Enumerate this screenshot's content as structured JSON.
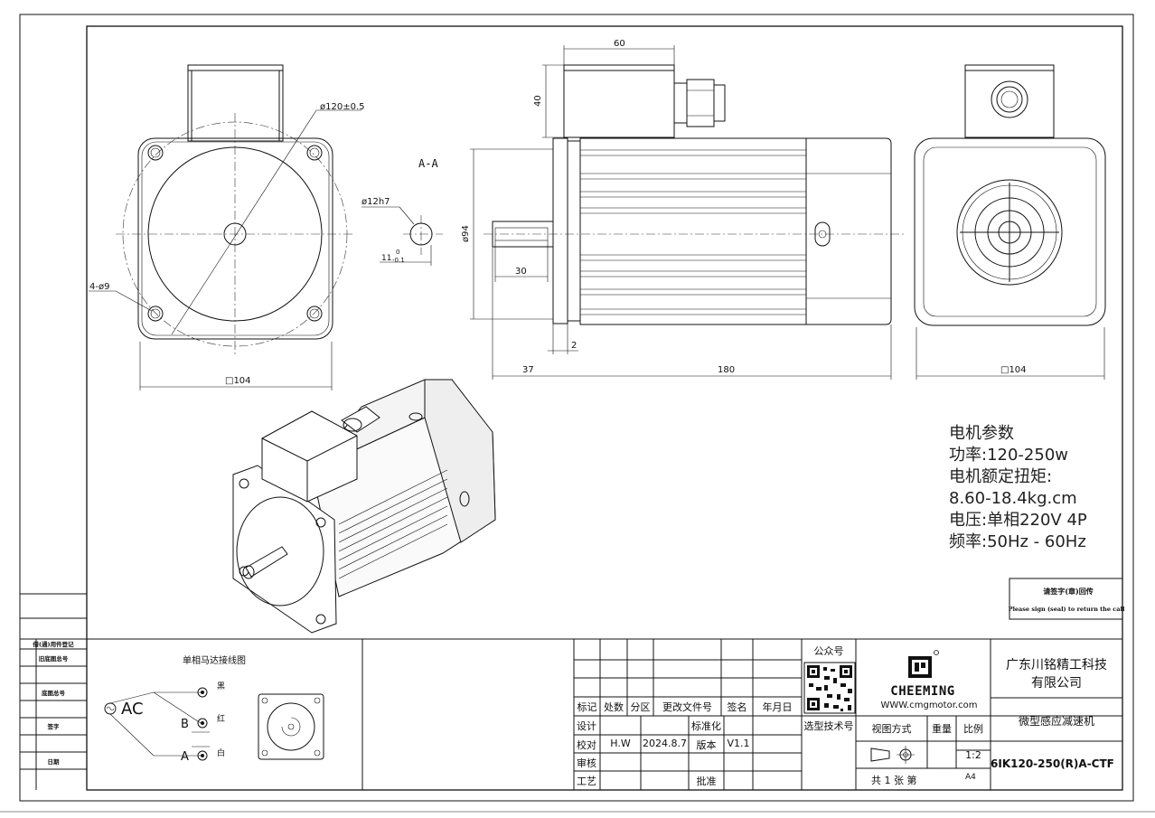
{
  "views": {
    "section_label": "A-A",
    "front_dims": {
      "bolt_circle": "ø120±0.5",
      "holes": "4-ø9",
      "width": "□104"
    },
    "shaft_section": {
      "diameter": "ø12h7",
      "key": "11",
      "key_tol_upper": "0",
      "key_tol_lower": "-0.1"
    },
    "side_dims": {
      "box_width": "60",
      "box_height": "40",
      "flange_dia": "ø94",
      "key_len": "30",
      "shoulder": "2",
      "shaft_len": "37",
      "body_len": "180"
    },
    "rear_dims": {
      "width": "□104"
    }
  },
  "params": {
    "title": "电机参数",
    "power": "功率:120-250w",
    "torque_label": "电机额定扭矩:",
    "torque_value": "8.60-18.4kg.cm",
    "voltage": "电压:单相220V 4P",
    "frequency": "频率:50Hz - 60Hz"
  },
  "wiring": {
    "title": "单相马达接线图",
    "source": "AC",
    "wires": [
      {
        "label": "",
        "color": "黑"
      },
      {
        "label": "B",
        "color": "红"
      },
      {
        "label": "A",
        "color": "白"
      }
    ]
  },
  "left_strip": [
    "借(通)用件登记",
    "旧底图总号",
    "底图总号",
    "签字",
    "日期"
  ],
  "sign_box": {
    "cn": "请签字(章)回传",
    "en": "Please sign (seal) to return the call"
  },
  "revision": {
    "headers": [
      "标记",
      "处数",
      "分区",
      "更改文件号",
      "签名",
      "年月日"
    ],
    "rows": [
      {
        "label": "设计",
        "mid": "标准化"
      },
      {
        "label": "校对",
        "who": "H.W",
        "date": "2024.8.7",
        "mid": "版本",
        "ver": "V1.1"
      },
      {
        "label": "审核"
      },
      {
        "label": "工艺",
        "mid": "批准"
      }
    ]
  },
  "qr": {
    "top": "公众号",
    "bottom": "选型技术号"
  },
  "logo": {
    "brand": "CHEEMING",
    "url": "WWW.cmgmotor.com"
  },
  "title_block": {
    "company_line1": "广东川铭精工科技",
    "company_line2": "有限公司",
    "product": "微型感应减速机",
    "view_method": "视图方式",
    "weight": "重量",
    "scale_label": "比例",
    "scale": "1:2",
    "sheets": "共 1  张  第",
    "paper": "A4",
    "model": "6IK120-250(R)A-CTF"
  },
  "colors": {
    "line": "#111111",
    "background": "#ffffff"
  }
}
